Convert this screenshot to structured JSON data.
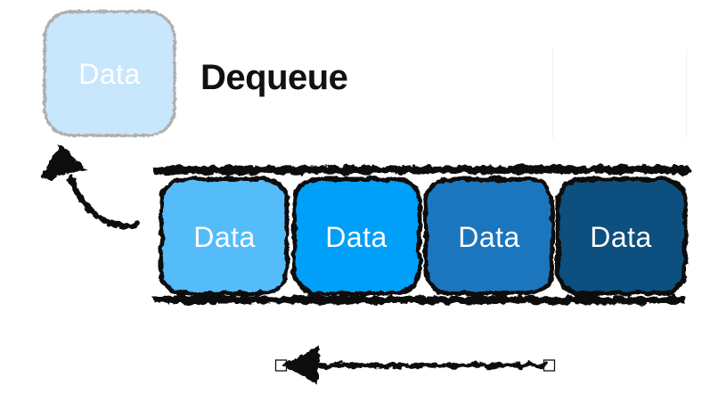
{
  "diagram": {
    "title": "Dequeue",
    "ink_color": "#111111",
    "background_color": "#ffffff",
    "dequeued_item": {
      "label": "Data",
      "fill": "#c8e6fc",
      "border_color": "#aeaeae",
      "text_color": "#ffffff"
    },
    "queue": {
      "rail_color": "#111111",
      "item_text_color": "#ffffff",
      "items": [
        {
          "label": "Data",
          "fill": "#55bcfa"
        },
        {
          "label": "Data",
          "fill": "#049ff8"
        },
        {
          "label": "Data",
          "fill": "#1b76be"
        },
        {
          "label": "Data",
          "fill": "#114f7e"
        }
      ]
    },
    "arrows": {
      "color": "#111111",
      "handle_fill": "#ffffff",
      "dequeue_arrow_direction": "up-left",
      "flow_arrow_direction": "left"
    }
  }
}
